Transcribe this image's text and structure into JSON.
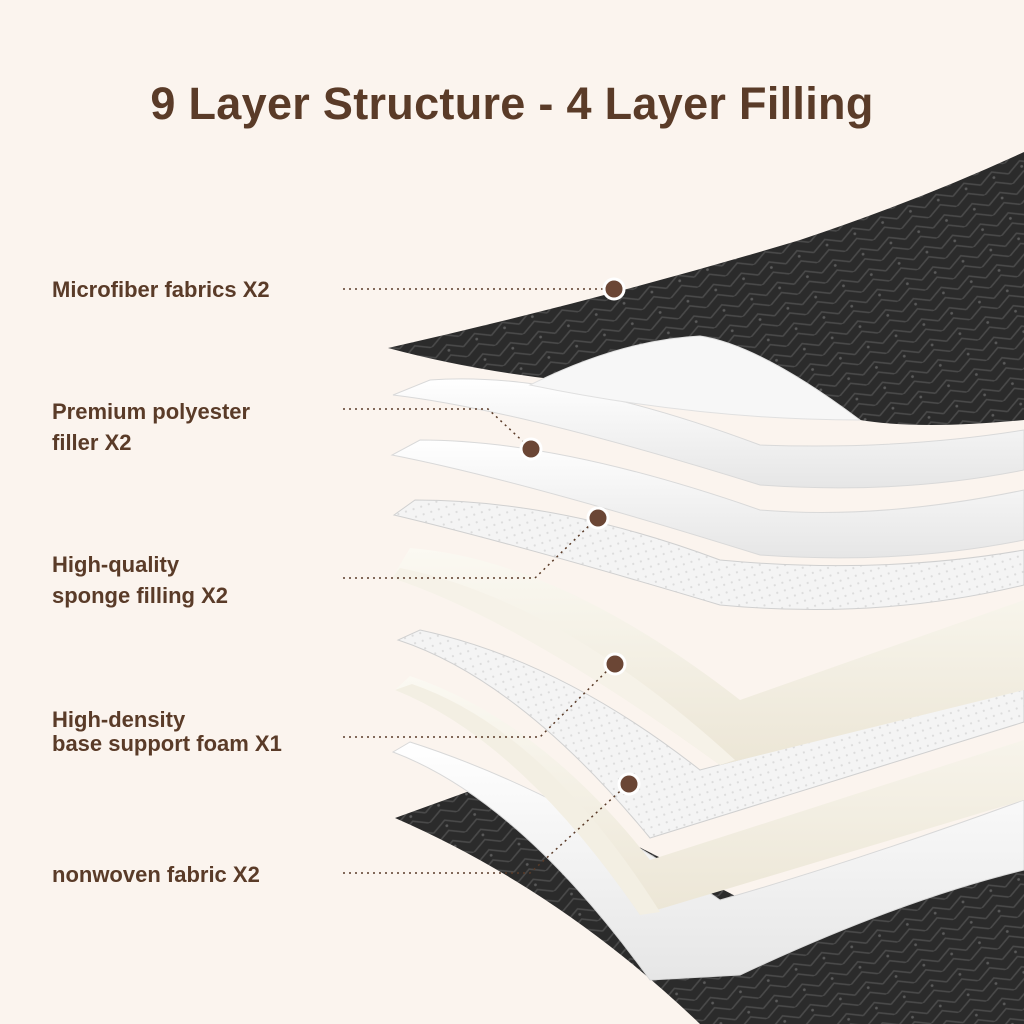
{
  "title": "9 Layer Structure - 4 Layer Filling",
  "labels": [
    {
      "lines": [
        "Microfiber fabrics X2"
      ]
    },
    {
      "lines": [
        "Premium polyester",
        "filler X2"
      ]
    },
    {
      "lines": [
        "High-quality",
        "sponge filling X2"
      ]
    },
    {
      "lines": [
        "High-density",
        "base support foam X1"
      ]
    },
    {
      "lines": [
        "nonwoven fabric X2"
      ]
    }
  ],
  "colors": {
    "background": "#fbf4ee",
    "text": "#5a3b28",
    "dot": "#6b4635",
    "fabric": "#2a2a2a",
    "foam": "#f1ede2"
  }
}
